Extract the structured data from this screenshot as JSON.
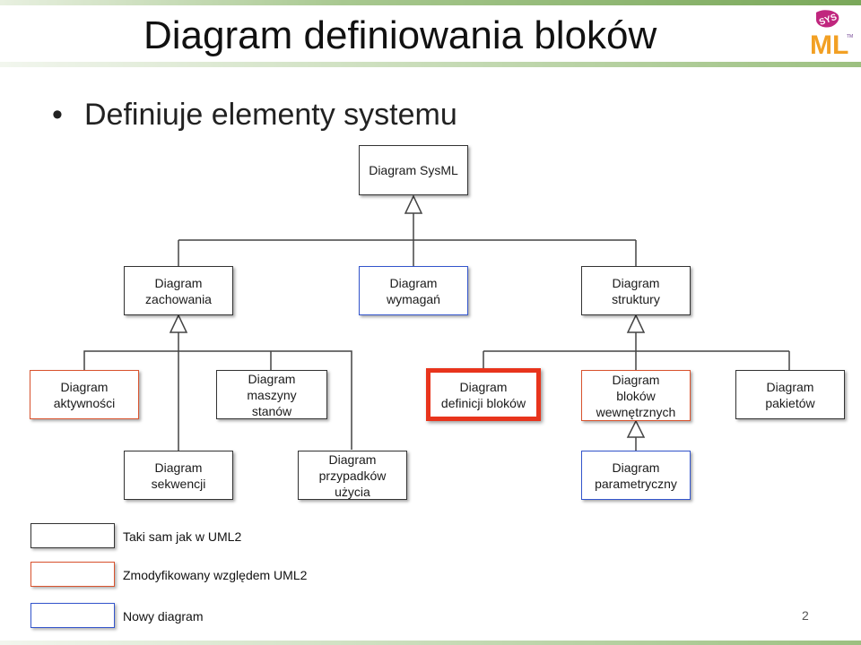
{
  "slide": {
    "title": "Diagram definiowania bloków",
    "bullet": "Definiuje elementy systemu",
    "page_number": "2",
    "logo": {
      "name": "SysML logo",
      "text_main": "ML",
      "text_top": "SYS",
      "trademark": "TM",
      "colors": {
        "magenta": "#c0267e",
        "orange": "#f2a024",
        "purple": "#6b3b8f"
      }
    }
  },
  "diagram": {
    "root": {
      "label": "Diagram SysML",
      "kind": "same"
    },
    "level1": [
      {
        "label": "Diagram\nzachowania",
        "kind": "same"
      },
      {
        "label": "Diagram\nwymagań",
        "kind": "new"
      },
      {
        "label": "Diagram\nstruktury",
        "kind": "same"
      }
    ],
    "level2": [
      {
        "label": "Diagram\naktywności",
        "kind": "modified"
      },
      {
        "label": "Diagram\nmaszyny\nstanów",
        "kind": "same"
      },
      {
        "label": "Diagram\ndefinicji bloków",
        "kind": "modified",
        "highlighted": true
      },
      {
        "label": "Diagram\nbloków\nwewnętrznych",
        "kind": "modified"
      },
      {
        "label": "Diagram\npakietów",
        "kind": "same"
      }
    ],
    "level3": [
      {
        "label": "Diagram\nsekwencji",
        "kind": "same"
      },
      {
        "label": "Diagram\nprzypadków\nużycia",
        "kind": "same"
      },
      {
        "label": "Diagram\nparametryczny",
        "kind": "new"
      }
    ]
  },
  "legend": [
    {
      "label": "Taki sam jak w UML2",
      "kind": "same"
    },
    {
      "label": "Zmodyfikowany względem UML2",
      "kind": "modified"
    },
    {
      "label": "Nowy diagram",
      "kind": "new"
    }
  ],
  "colors": {
    "same": "#333333",
    "modified": "#d9532e",
    "new": "#3355cc",
    "highlight": "#e8341c"
  }
}
